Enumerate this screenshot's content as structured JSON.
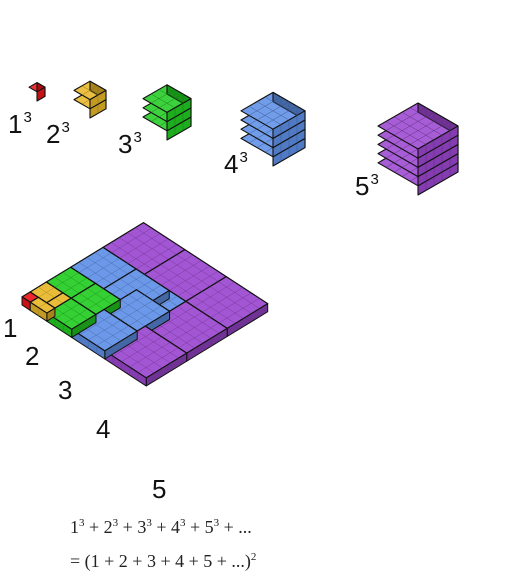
{
  "colors": {
    "cube1": "#e8151b",
    "cube2": "#e7b628",
    "cube3": "#22cc22",
    "cube4": "#5e8fe6",
    "cube5": "#9b47cf",
    "edge": "#111111"
  },
  "cubes": [
    {
      "id": "cube-1",
      "n": 1,
      "base": "1",
      "exp": "3",
      "color_key": "cube1"
    },
    {
      "id": "cube-2",
      "n": 2,
      "base": "2",
      "exp": "3",
      "color_key": "cube2"
    },
    {
      "id": "cube-3",
      "n": 3,
      "base": "3",
      "exp": "3",
      "color_key": "cube3"
    },
    {
      "id": "cube-4",
      "n": 4,
      "base": "4",
      "exp": "3",
      "color_key": "cube4"
    },
    {
      "id": "cube-5",
      "n": 5,
      "base": "5",
      "exp": "3",
      "color_key": "cube5"
    }
  ],
  "side_labels": [
    "1",
    "2",
    "3",
    "4",
    "5"
  ],
  "formula": {
    "line1": {
      "terms": [
        {
          "base": "1",
          "exp": "3"
        },
        {
          "base": "2",
          "exp": "3"
        },
        {
          "base": "3",
          "exp": "3"
        },
        {
          "base": "4",
          "exp": "3"
        },
        {
          "base": "5",
          "exp": "3"
        }
      ],
      "plus": "+",
      "tail": "..."
    },
    "line2": {
      "text": "= (1 + 2 + 3 + 4 + 5 + ...)",
      "exp": "2"
    }
  }
}
